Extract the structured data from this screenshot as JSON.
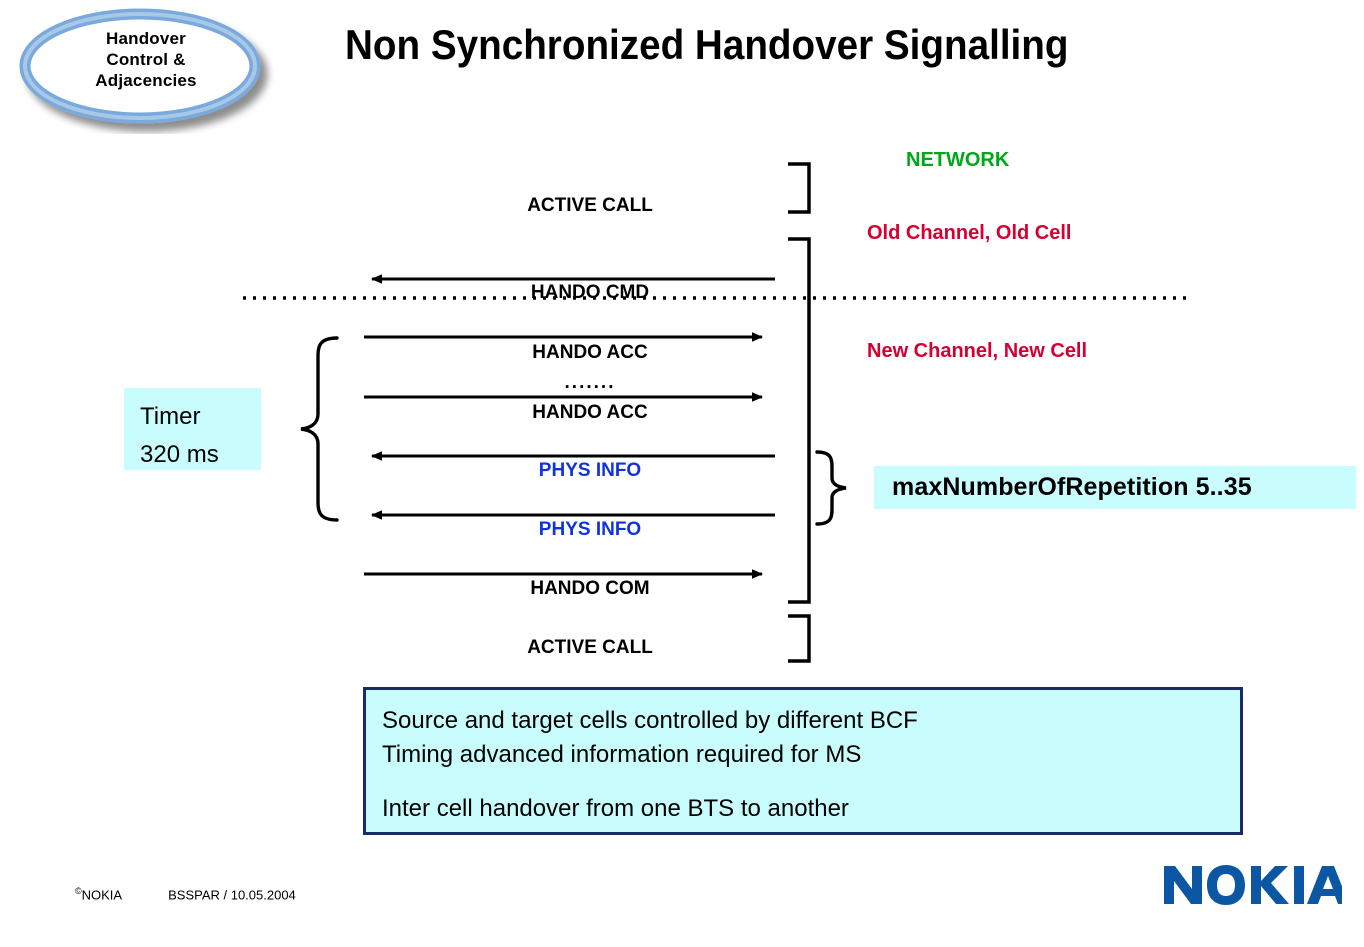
{
  "logo": {
    "line1": "Handover",
    "line2": "Control &",
    "line3": "Adjacencies",
    "ring_color": "#6fa8dc"
  },
  "title": "Non Synchronized Handover Signalling",
  "diagram": {
    "side_labels": [
      {
        "text": "NETWORK",
        "color": "#00a818"
      },
      {
        "text": "Old Channel, Old Cell",
        "color": "#d40032"
      },
      {
        "text": "New Channel, New Cell",
        "color": "#d40032"
      }
    ],
    "messages": [
      {
        "text": "ACTIVE CALL",
        "color": "#000000",
        "direction": "none"
      },
      {
        "text": "HANDO CMD",
        "color": "#000000",
        "direction": "left"
      },
      {
        "text": "HANDO ACC",
        "color": "#000000",
        "direction": "right"
      },
      {
        "text": ".......",
        "color": "#000000",
        "direction": "none"
      },
      {
        "text": "HANDO ACC",
        "color": "#000000",
        "direction": "right"
      },
      {
        "text": "PHYS INFO",
        "color": "#1033dd",
        "direction": "left"
      },
      {
        "text": "PHYS INFO",
        "color": "#1033dd",
        "direction": "left"
      },
      {
        "text": "HANDO COM",
        "color": "#000000",
        "direction": "right"
      },
      {
        "text": "ACTIVE CALL",
        "color": "#000000",
        "direction": "none"
      }
    ]
  },
  "timer": {
    "line1": "Timer",
    "line2": "320 ms"
  },
  "max_repetition": "maxNumberOfRepetition 5..35",
  "notes": {
    "line1": "Source and target cells controlled by different BCF",
    "line2": "Timing advanced information required for MS",
    "line3": "Inter cell handover from one BTS to another"
  },
  "footer": {
    "copyright_symbol": "©",
    "copyright": "NOKIA",
    "reference": "BSSPAR / 10.05.2004",
    "brand": "NOKIA",
    "brand_color": "#0b57a4"
  },
  "colors": {
    "cyan_fill": "#c9fcfc",
    "note_border": "#1b2a6b",
    "green": "#00a818",
    "red": "#d40032",
    "blue": "#1033dd"
  }
}
